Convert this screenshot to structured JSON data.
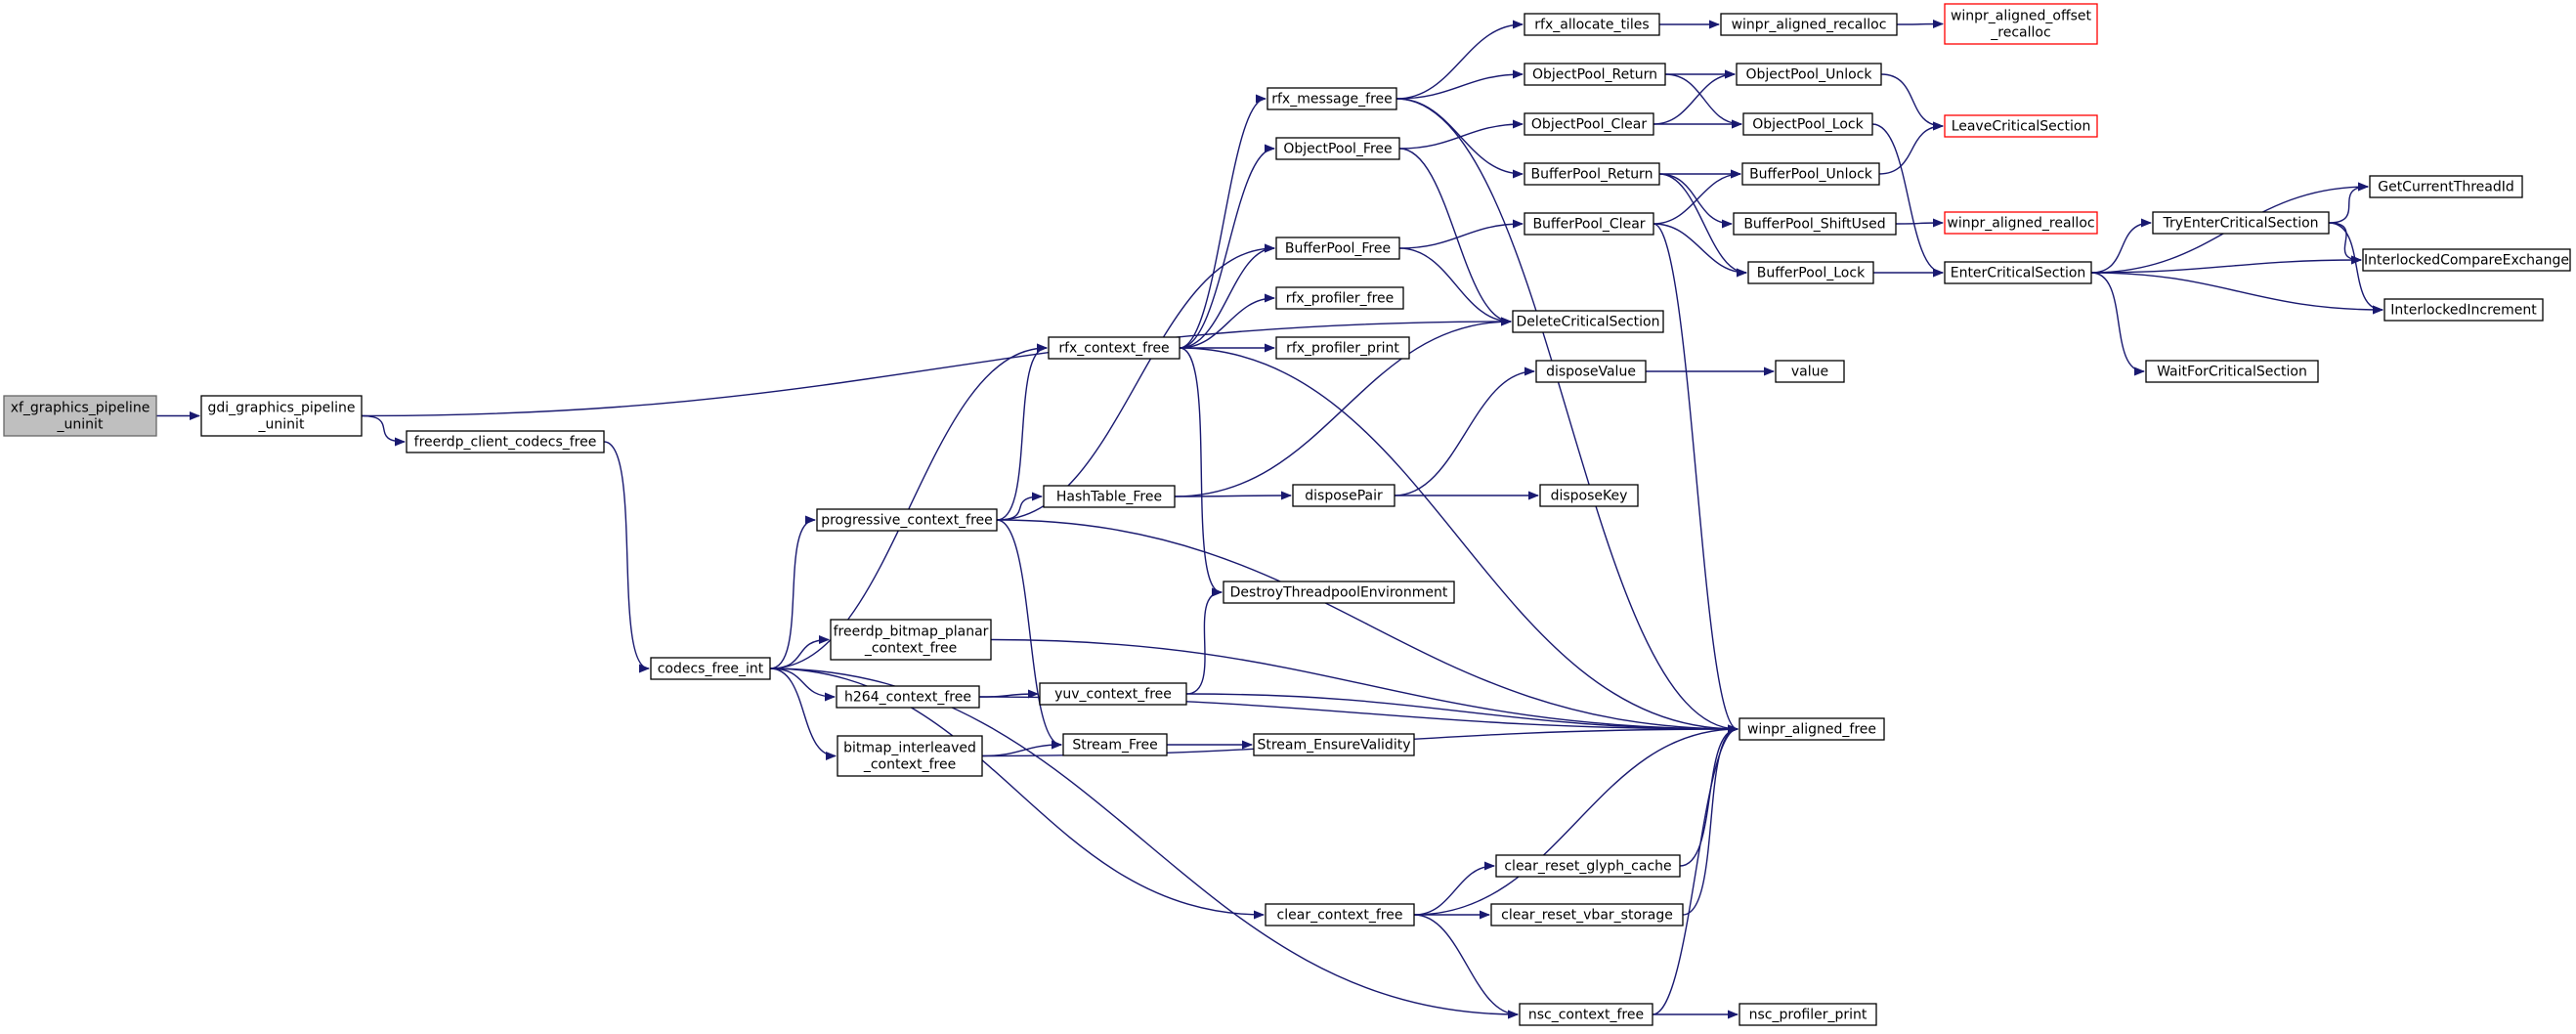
{
  "graph": {
    "edge_color": "#191970",
    "root_fill": "#bfbfbf",
    "truncated_border": "#ff0000",
    "nodes": [
      {
        "id": "xf_graphics_pipeline_uninit",
        "lines": [
          "xf_graphics_pipeline",
          "_uninit"
        ],
        "style": "root"
      },
      {
        "id": "gdi_graphics_pipeline_uninit",
        "lines": [
          "gdi_graphics_pipeline",
          "_uninit"
        ]
      },
      {
        "id": "freerdp_client_codecs_free",
        "lines": [
          "freerdp_client_codecs_free"
        ]
      },
      {
        "id": "codecs_free_int",
        "lines": [
          "codecs_free_int"
        ]
      },
      {
        "id": "progressive_context_free",
        "lines": [
          "progressive_context_free"
        ]
      },
      {
        "id": "freerdp_bitmap_planar_context_free",
        "lines": [
          "freerdp_bitmap_planar",
          "_context_free"
        ]
      },
      {
        "id": "h264_context_free",
        "lines": [
          "h264_context_free"
        ]
      },
      {
        "id": "bitmap_interleaved_context_free",
        "lines": [
          "bitmap_interleaved",
          "_context_free"
        ]
      },
      {
        "id": "rfx_context_free",
        "lines": [
          "rfx_context_free"
        ]
      },
      {
        "id": "rfx_message_free",
        "lines": [
          "rfx_message_free"
        ]
      },
      {
        "id": "ObjectPool_Free",
        "lines": [
          "ObjectPool_Free"
        ]
      },
      {
        "id": "BufferPool_Free",
        "lines": [
          "BufferPool_Free"
        ]
      },
      {
        "id": "rfx_profiler_free",
        "lines": [
          "rfx_profiler_free"
        ]
      },
      {
        "id": "rfx_profiler_print",
        "lines": [
          "rfx_profiler_print"
        ]
      },
      {
        "id": "HashTable_Free",
        "lines": [
          "HashTable_Free"
        ]
      },
      {
        "id": "yuv_context_free",
        "lines": [
          "yuv_context_free"
        ]
      },
      {
        "id": "Stream_Free",
        "lines": [
          "Stream_Free"
        ]
      },
      {
        "id": "clear_context_free",
        "lines": [
          "clear_context_free"
        ]
      },
      {
        "id": "nsc_context_free",
        "lines": [
          "nsc_context_free"
        ]
      },
      {
        "id": "rfx_allocate_tiles",
        "lines": [
          "rfx_allocate_tiles"
        ]
      },
      {
        "id": "ObjectPool_Return",
        "lines": [
          "ObjectPool_Return"
        ]
      },
      {
        "id": "ObjectPool_Clear",
        "lines": [
          "ObjectPool_Clear"
        ]
      },
      {
        "id": "BufferPool_Return",
        "lines": [
          "BufferPool_Return"
        ]
      },
      {
        "id": "BufferPool_Clear",
        "lines": [
          "BufferPool_Clear"
        ]
      },
      {
        "id": "DeleteCriticalSection",
        "lines": [
          "DeleteCriticalSection"
        ]
      },
      {
        "id": "disposeValue",
        "lines": [
          "disposeValue"
        ]
      },
      {
        "id": "disposePair",
        "lines": [
          "disposePair"
        ]
      },
      {
        "id": "DestroyThreadpoolEnvironment",
        "lines": [
          "DestroyThreadpoolEnvironment"
        ]
      },
      {
        "id": "Stream_EnsureValidity",
        "lines": [
          "Stream_EnsureValidity"
        ]
      },
      {
        "id": "clear_reset_glyph_cache",
        "lines": [
          "clear_reset_glyph_cache"
        ]
      },
      {
        "id": "clear_reset_vbar_storage",
        "lines": [
          "clear_reset_vbar_storage"
        ]
      },
      {
        "id": "winpr_aligned_recalloc",
        "lines": [
          "winpr_aligned_recalloc"
        ]
      },
      {
        "id": "ObjectPool_Unlock",
        "lines": [
          "ObjectPool_Unlock"
        ]
      },
      {
        "id": "ObjectPool_Lock",
        "lines": [
          "ObjectPool_Lock"
        ]
      },
      {
        "id": "BufferPool_Unlock",
        "lines": [
          "BufferPool_Unlock"
        ]
      },
      {
        "id": "BufferPool_ShiftUsed",
        "lines": [
          "BufferPool_ShiftUsed"
        ]
      },
      {
        "id": "BufferPool_Lock",
        "lines": [
          "BufferPool_Lock"
        ]
      },
      {
        "id": "value",
        "lines": [
          "value"
        ]
      },
      {
        "id": "disposeKey",
        "lines": [
          "disposeKey"
        ]
      },
      {
        "id": "winpr_aligned_free",
        "lines": [
          "winpr_aligned_free"
        ]
      },
      {
        "id": "nsc_profiler_print",
        "lines": [
          "nsc_profiler_print"
        ]
      },
      {
        "id": "winpr_aligned_offset_recalloc",
        "lines": [
          "winpr_aligned_offset",
          "_recalloc"
        ],
        "style": "truncated"
      },
      {
        "id": "LeaveCriticalSection",
        "lines": [
          "LeaveCriticalSection"
        ],
        "style": "truncated"
      },
      {
        "id": "winpr_aligned_realloc",
        "lines": [
          "winpr_aligned_realloc"
        ],
        "style": "truncated"
      },
      {
        "id": "EnterCriticalSection",
        "lines": [
          "EnterCriticalSection"
        ]
      },
      {
        "id": "TryEnterCriticalSection",
        "lines": [
          "TryEnterCriticalSection"
        ]
      },
      {
        "id": "WaitForCriticalSection",
        "lines": [
          "WaitForCriticalSection"
        ]
      },
      {
        "id": "GetCurrentThreadId",
        "lines": [
          "GetCurrentThreadId"
        ]
      },
      {
        "id": "InterlockedCompareExchange",
        "lines": [
          "InterlockedCompareExchange"
        ]
      },
      {
        "id": "InterlockedIncrement",
        "lines": [
          "InterlockedIncrement"
        ]
      }
    ],
    "edges": [
      [
        "xf_graphics_pipeline_uninit",
        "gdi_graphics_pipeline_uninit"
      ],
      [
        "gdi_graphics_pipeline_uninit",
        "freerdp_client_codecs_free"
      ],
      [
        "gdi_graphics_pipeline_uninit",
        "DeleteCriticalSection"
      ],
      [
        "freerdp_client_codecs_free",
        "codecs_free_int"
      ],
      [
        "codecs_free_int",
        "rfx_context_free"
      ],
      [
        "codecs_free_int",
        "progressive_context_free"
      ],
      [
        "codecs_free_int",
        "freerdp_bitmap_planar_context_free"
      ],
      [
        "codecs_free_int",
        "h264_context_free"
      ],
      [
        "codecs_free_int",
        "bitmap_interleaved_context_free"
      ],
      [
        "codecs_free_int",
        "clear_context_free"
      ],
      [
        "codecs_free_int",
        "nsc_context_free"
      ],
      [
        "progressive_context_free",
        "BufferPool_Free"
      ],
      [
        "progressive_context_free",
        "rfx_context_free"
      ],
      [
        "progressive_context_free",
        "HashTable_Free"
      ],
      [
        "progressive_context_free",
        "Stream_Free"
      ],
      [
        "progressive_context_free",
        "winpr_aligned_free"
      ],
      [
        "rfx_context_free",
        "rfx_message_free"
      ],
      [
        "rfx_context_free",
        "ObjectPool_Free"
      ],
      [
        "rfx_context_free",
        "BufferPool_Free"
      ],
      [
        "rfx_context_free",
        "rfx_profiler_free"
      ],
      [
        "rfx_context_free",
        "rfx_profiler_print"
      ],
      [
        "rfx_context_free",
        "DestroyThreadpoolEnvironment"
      ],
      [
        "rfx_context_free",
        "winpr_aligned_free"
      ],
      [
        "rfx_message_free",
        "rfx_allocate_tiles"
      ],
      [
        "rfx_message_free",
        "ObjectPool_Return"
      ],
      [
        "rfx_message_free",
        "BufferPool_Return"
      ],
      [
        "rfx_message_free",
        "winpr_aligned_free"
      ],
      [
        "ObjectPool_Free",
        "ObjectPool_Clear"
      ],
      [
        "ObjectPool_Free",
        "DeleteCriticalSection"
      ],
      [
        "BufferPool_Free",
        "BufferPool_Clear"
      ],
      [
        "BufferPool_Free",
        "DeleteCriticalSection"
      ],
      [
        "HashTable_Free",
        "disposePair"
      ],
      [
        "HashTable_Free",
        "DeleteCriticalSection"
      ],
      [
        "freerdp_bitmap_planar_context_free",
        "winpr_aligned_free"
      ],
      [
        "h264_context_free",
        "yuv_context_free"
      ],
      [
        "h264_context_free",
        "winpr_aligned_free"
      ],
      [
        "yuv_context_free",
        "DestroyThreadpoolEnvironment"
      ],
      [
        "yuv_context_free",
        "winpr_aligned_free"
      ],
      [
        "bitmap_interleaved_context_free",
        "Stream_Free"
      ],
      [
        "bitmap_interleaved_context_free",
        "winpr_aligned_free"
      ],
      [
        "Stream_Free",
        "Stream_EnsureValidity"
      ],
      [
        "clear_context_free",
        "clear_reset_glyph_cache"
      ],
      [
        "clear_context_free",
        "clear_reset_vbar_storage"
      ],
      [
        "clear_context_free",
        "nsc_context_free"
      ],
      [
        "clear_context_free",
        "winpr_aligned_free"
      ],
      [
        "clear_reset_glyph_cache",
        "winpr_aligned_free"
      ],
      [
        "clear_reset_vbar_storage",
        "winpr_aligned_free"
      ],
      [
        "nsc_context_free",
        "nsc_profiler_print"
      ],
      [
        "nsc_context_free",
        "winpr_aligned_free"
      ],
      [
        "rfx_allocate_tiles",
        "winpr_aligned_recalloc"
      ],
      [
        "winpr_aligned_recalloc",
        "winpr_aligned_offset_recalloc"
      ],
      [
        "ObjectPool_Return",
        "ObjectPool_Unlock"
      ],
      [
        "ObjectPool_Return",
        "ObjectPool_Lock"
      ],
      [
        "ObjectPool_Clear",
        "ObjectPool_Unlock"
      ],
      [
        "ObjectPool_Clear",
        "ObjectPool_Lock"
      ],
      [
        "ObjectPool_Unlock",
        "LeaveCriticalSection"
      ],
      [
        "ObjectPool_Lock",
        "EnterCriticalSection"
      ],
      [
        "BufferPool_Return",
        "BufferPool_Unlock"
      ],
      [
        "BufferPool_Return",
        "BufferPool_ShiftUsed"
      ],
      [
        "BufferPool_Return",
        "BufferPool_Lock"
      ],
      [
        "BufferPool_Clear",
        "BufferPool_Unlock"
      ],
      [
        "BufferPool_Clear",
        "BufferPool_Lock"
      ],
      [
        "BufferPool_Clear",
        "winpr_aligned_free"
      ],
      [
        "BufferPool_Unlock",
        "LeaveCriticalSection"
      ],
      [
        "BufferPool_ShiftUsed",
        "winpr_aligned_realloc"
      ],
      [
        "BufferPool_Lock",
        "EnterCriticalSection"
      ],
      [
        "disposePair",
        "disposeValue"
      ],
      [
        "disposePair",
        "disposeKey"
      ],
      [
        "disposeValue",
        "value"
      ],
      [
        "EnterCriticalSection",
        "TryEnterCriticalSection"
      ],
      [
        "EnterCriticalSection",
        "GetCurrentThreadId"
      ],
      [
        "EnterCriticalSection",
        "InterlockedCompareExchange"
      ],
      [
        "EnterCriticalSection",
        "InterlockedIncrement"
      ],
      [
        "EnterCriticalSection",
        "WaitForCriticalSection"
      ],
      [
        "TryEnterCriticalSection",
        "GetCurrentThreadId"
      ],
      [
        "TryEnterCriticalSection",
        "InterlockedCompareExchange"
      ],
      [
        "TryEnterCriticalSection",
        "InterlockedIncrement"
      ]
    ]
  }
}
